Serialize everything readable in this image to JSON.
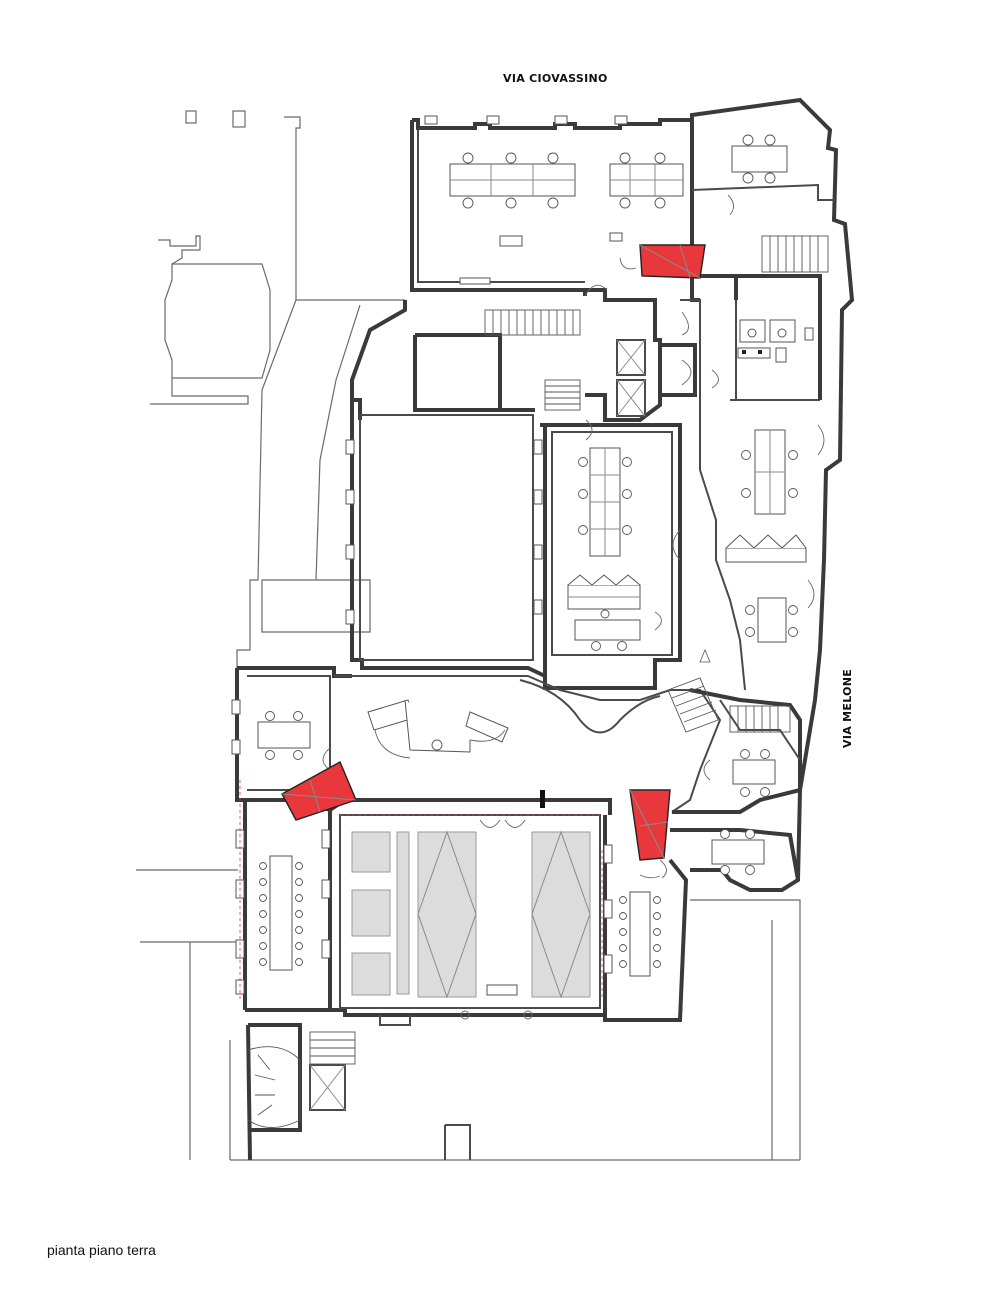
{
  "labels": {
    "street_north": "VIA CIOVASSINO",
    "street_east": "VIA MELONE"
  },
  "caption": "pianta piano terra",
  "colors": {
    "accent": "#e8383b",
    "wall": "#3a3a3a",
    "panel": "#dcdcdc"
  }
}
